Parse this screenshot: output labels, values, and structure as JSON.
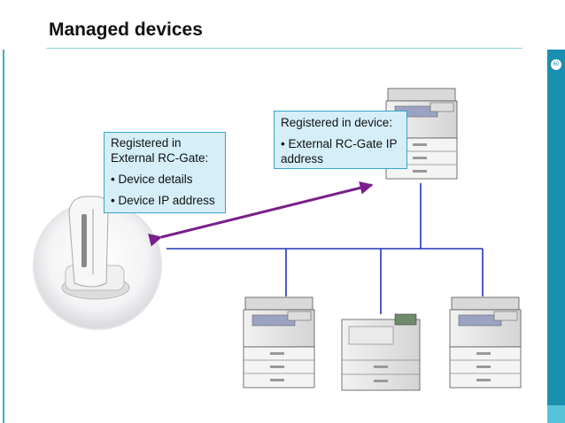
{
  "slide": {
    "title": "Managed devices",
    "page_number": "60"
  },
  "callouts": {
    "gate": {
      "heading": "Registered in External RC-Gate:",
      "bullets": [
        "Device details",
        "Device IP address"
      ]
    },
    "device": {
      "heading": "Registered in device:",
      "bullets": [
        "External RC-Gate IP address"
      ]
    }
  },
  "colors": {
    "network_line": "#2233bb",
    "arrow": "#7a1f8c",
    "accent": "#1a8fb0",
    "callout_fill": "#d5eef8"
  },
  "icons": {
    "bullet": "•"
  }
}
